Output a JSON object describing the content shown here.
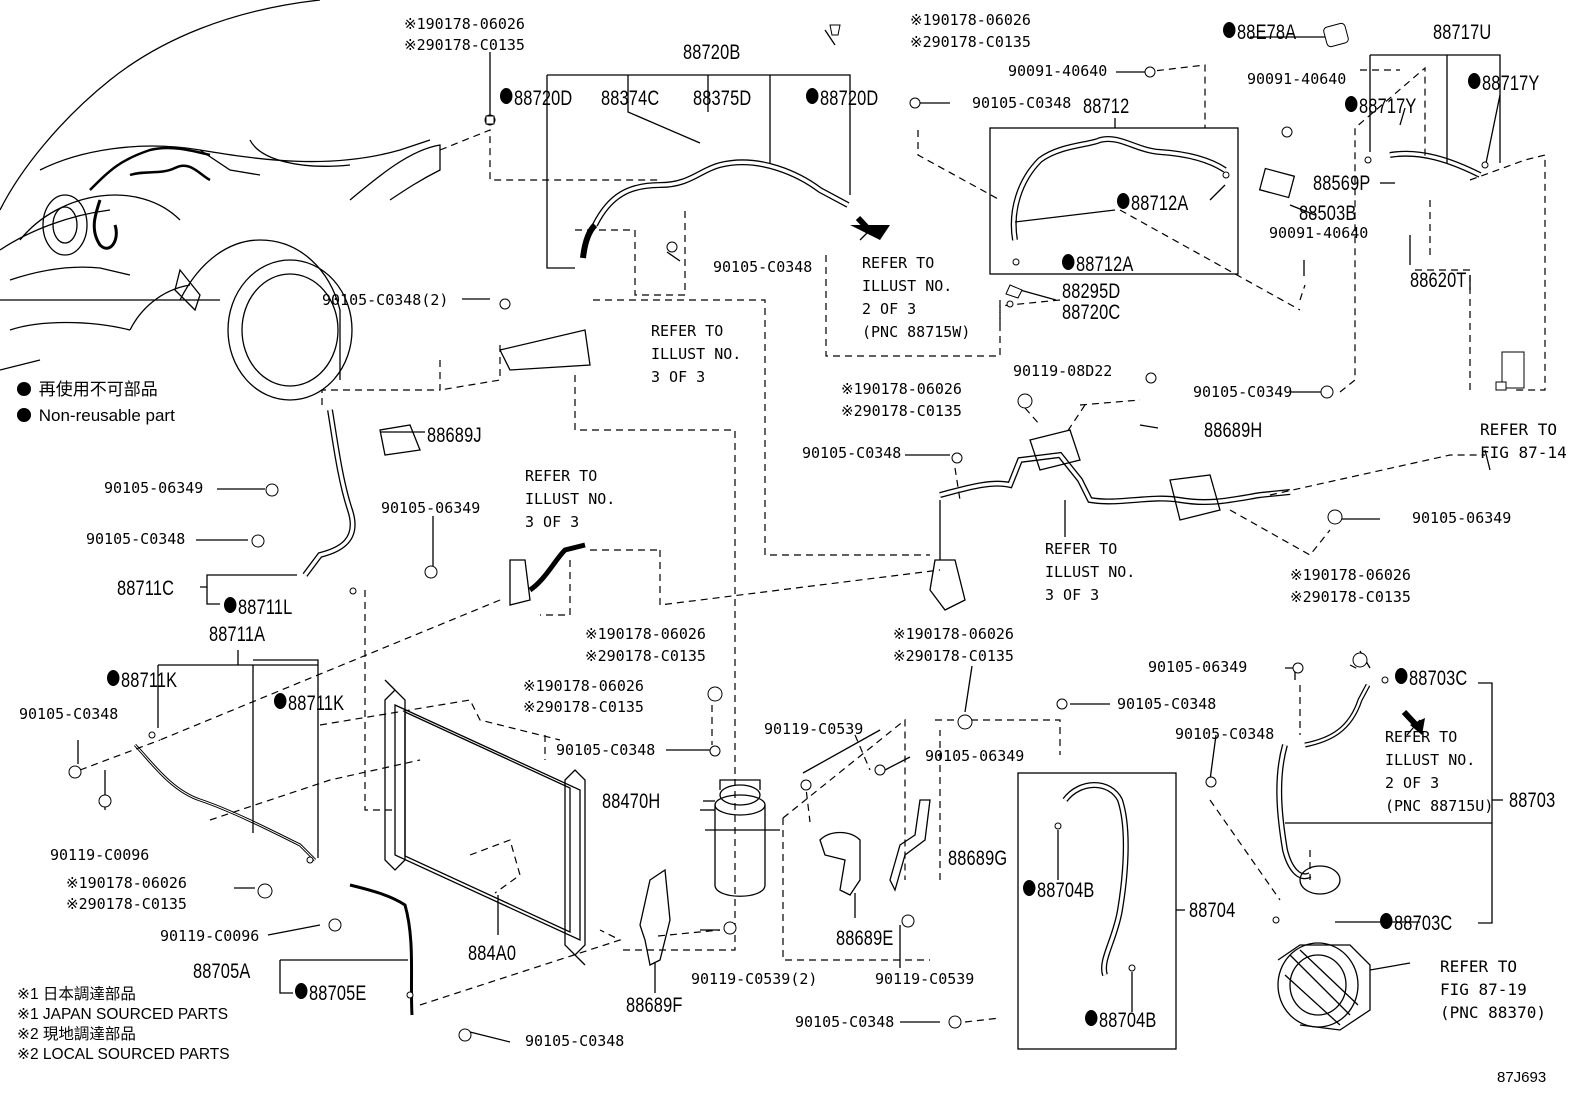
{
  "diagram_id": "87J693",
  "labels": {
    "p88720B": "88720B",
    "p88720D_l": "88720D",
    "p88374C": "88374C",
    "p88375D": "88375D",
    "p88720D_r": "88720D",
    "p88712": "88712",
    "p88712A_1": "88712A",
    "p88712A_2": "88712A",
    "p88295D": "88295D",
    "p88720C": "88720C",
    "p88E78A": "88E78A",
    "p88717U": "88717U",
    "p88717Y_1": "88717Y",
    "p88717Y_2": "88717Y",
    "p88569P": "88569P",
    "p88503B": "88503B",
    "p88620T": "88620T",
    "p88689J": "88689J",
    "p88689H": "88689H",
    "p88711C": "88711C",
    "p88711L": "88711L",
    "p88711A": "88711A",
    "p88711K_1": "88711K",
    "p88711K_2": "88711K",
    "p88470H": "88470H",
    "p884A0": "884A0",
    "p88705A": "88705A",
    "p88705E": "88705E",
    "p88689F": "88689F",
    "p88689E": "88689E",
    "p88689G": "88689G",
    "p88704": "88704",
    "p88704B_1": "88704B",
    "p88704B_2": "88704B",
    "p88703": "88703",
    "p88703C_1": "88703C",
    "p88703C_2": "88703C"
  },
  "codes": {
    "c1": "※190178-06026",
    "c2": "※290178-C0135",
    "c3": "※190178-06026",
    "c4": "※290178-C0135",
    "c5": "90091-40640",
    "c6": "90105-C0348",
    "c7": "90091-40640",
    "c8": "90091-40640",
    "c9": "90105-C0348",
    "c10": "90105-C0348(2)",
    "c11": "90119-08D22",
    "c12": "※190178-06026",
    "c13": "※290178-C0135",
    "c14": "90105-C0349",
    "c15": "90105-C0348",
    "c16": "90105-06349",
    "c17": "90105-06349",
    "c18": "90105-C0348",
    "c19": "90105-06349",
    "c20": "※190178-06026",
    "c21": "※290178-C0135",
    "c22": "※190178-06026",
    "c23": "※290178-C0135",
    "c24": "※190178-06026",
    "c25": "※290178-C0135",
    "c26": "90105-06349",
    "c27": "90105-C0348",
    "c28": "90105-C0348",
    "c29": "90105-C0348",
    "c30": "90119-C0539",
    "c31": "90105-06349",
    "c32": "※190178-06026",
    "c33": "※290178-C0135",
    "c34": "90105-C0348",
    "c35": "90119-C0096",
    "c36": "※190178-06026",
    "c37": "※290178-C0135",
    "c38": "90119-C0096",
    "c39": "90119-C0539(2)",
    "c40": "90119-C0539",
    "c41": "90105-C0348",
    "c42": "90105-C0348"
  },
  "notes": {
    "refer_2of3_a": "REFER TO\nILLUST NO.\n2 OF 3\n(PNC 88715W)",
    "refer_3of3_a": "REFER TO\nILLUST NO.\n3 OF 3",
    "refer_3of3_b": "REFER TO\nILLUST NO.\n3 OF 3",
    "refer_3of3_c": "REFER TO\nILLUST NO.\n3 OF 3",
    "refer_2of3_b": "REFER TO\nILLUST NO.\n2 OF 3\n(PNC 88715U)",
    "refer_fig8714": "REFER TO\nFIG 87-14",
    "refer_fig8719": "REFER TO\nFIG 87-19\n(PNC 88370)"
  },
  "legend": {
    "jp": "再使用不可部品",
    "en": "Non-reusable part"
  },
  "sourcing": {
    "line1": "※1 日本調達部品",
    "line2": "※1 JAPAN SOURCED PARTS",
    "line3": "※2 現地調達部品",
    "line4": "※2 LOCAL SOURCED PARTS"
  }
}
